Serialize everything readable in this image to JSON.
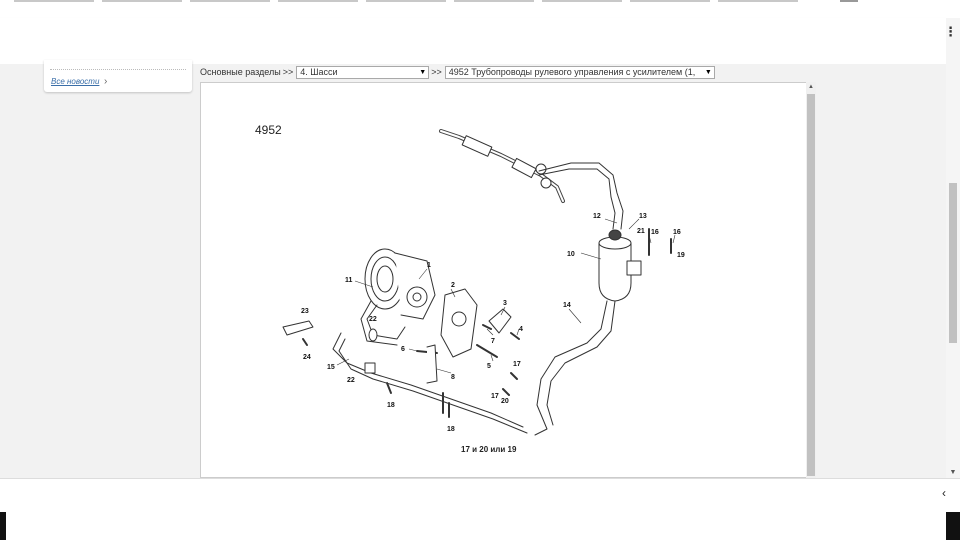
{
  "breadcrumb": {
    "prefix": "Основные разделы",
    "separator": ">>",
    "section_select": {
      "value": "4. Шасси"
    },
    "subsection_select": {
      "value": "4952 Трубопроводы рулевого управления с усилителем (1,"
    }
  },
  "sidebar": {
    "all_news_link": "Все новости",
    "chevron": "›"
  },
  "diagram": {
    "number": "4952",
    "caption": "17 и 20 или 19",
    "callouts": [
      {
        "id": "c1",
        "label": "1"
      },
      {
        "id": "c2",
        "label": "2"
      },
      {
        "id": "c3",
        "label": "3"
      },
      {
        "id": "c4",
        "label": "4"
      },
      {
        "id": "c5",
        "label": "5"
      },
      {
        "id": "c6",
        "label": "6"
      },
      {
        "id": "c7",
        "label": "7"
      },
      {
        "id": "c8",
        "label": "8"
      },
      {
        "id": "c10",
        "label": "10"
      },
      {
        "id": "c11",
        "label": "11"
      },
      {
        "id": "c12",
        "label": "12"
      },
      {
        "id": "c13",
        "label": "13"
      },
      {
        "id": "c14",
        "label": "14"
      },
      {
        "id": "c15",
        "label": "15"
      },
      {
        "id": "c16a",
        "label": "16"
      },
      {
        "id": "c16b",
        "label": "16"
      },
      {
        "id": "c17a",
        "label": "17"
      },
      {
        "id": "c17b",
        "label": "17"
      },
      {
        "id": "c18a",
        "label": "18"
      },
      {
        "id": "c18b",
        "label": "18"
      },
      {
        "id": "c19",
        "label": "19"
      },
      {
        "id": "c20",
        "label": "20"
      },
      {
        "id": "c21",
        "label": "21"
      },
      {
        "id": "c22a",
        "label": "22"
      },
      {
        "id": "c22b",
        "label": "22"
      },
      {
        "id": "c23",
        "label": "23"
      },
      {
        "id": "c24",
        "label": "24"
      }
    ]
  },
  "icons": {
    "dropdown_arrow": "▼",
    "scroll_up": "▲",
    "scroll_down": "▼",
    "menu": "⋮",
    "back": "‹"
  }
}
